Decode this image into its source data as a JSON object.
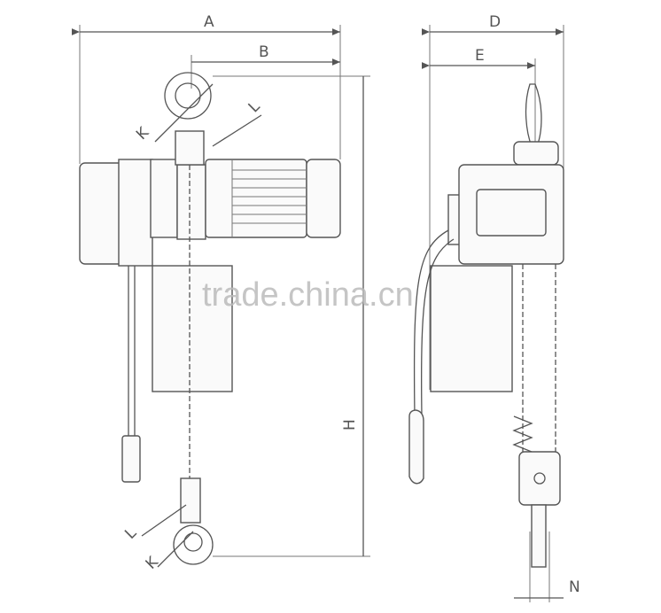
{
  "dimensions": {
    "A": "A",
    "B": "B",
    "D": "D",
    "E": "E",
    "K_top": "K",
    "L_top": "L",
    "K_bottom": "K",
    "L_bottom": "L",
    "H": "H",
    "N": "N"
  },
  "watermark": "trade.china.cn",
  "colors": {
    "line": "#555555",
    "watermark": "#bbbbbb"
  }
}
